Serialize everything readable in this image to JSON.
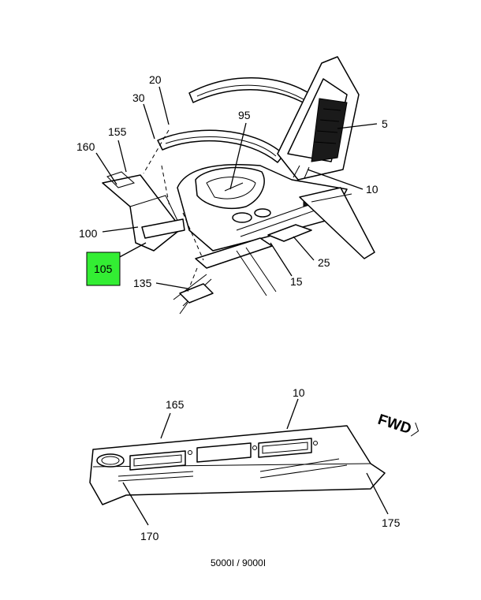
{
  "callouts": {
    "c20": "20",
    "c30": "30",
    "c155": "155",
    "c160": "160",
    "c95": "95",
    "c5": "5",
    "c10_top": "10",
    "c100": "100",
    "c105": "105",
    "c25": "25",
    "c135": "135",
    "c15": "15",
    "c165": "165",
    "c10_bottom": "10",
    "c170": "170",
    "c175": "175"
  },
  "highlight_color": "#33ee33",
  "direction_label": "FWD",
  "caption": "5000I / 9000I"
}
